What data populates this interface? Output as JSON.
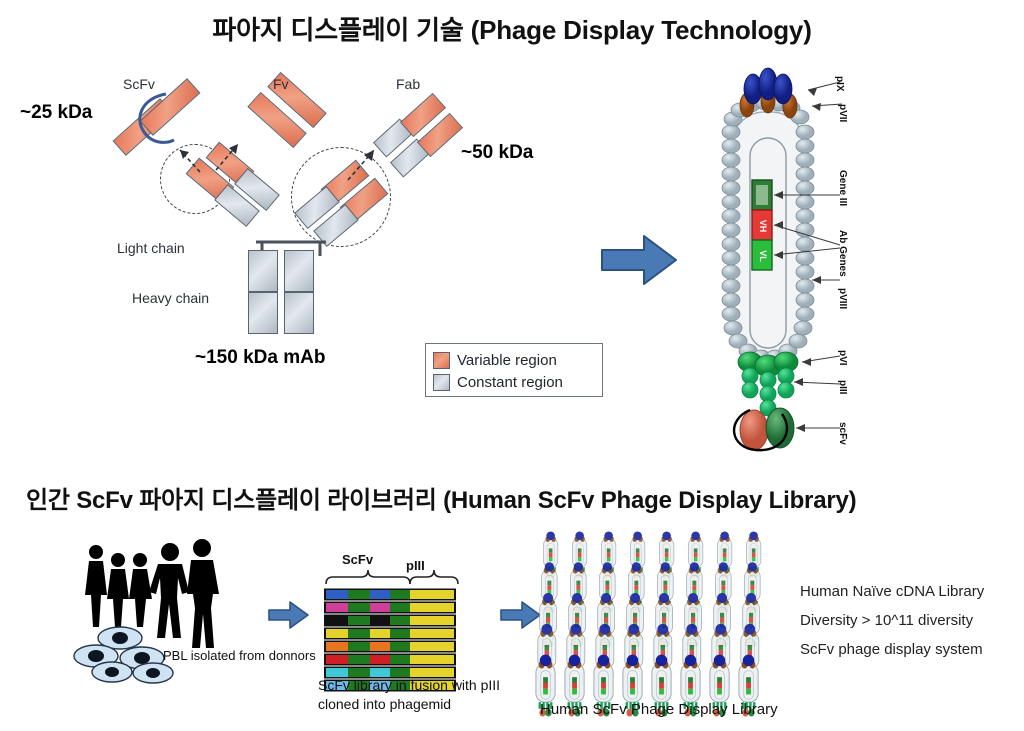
{
  "slide": {
    "title_top": "파아지 디스플레이 기술 (Phage Display Technology)",
    "title_bottom": "인간 ScFv 파아지 디스플레이 라이브러리 (Human ScFv Phage Display Library)"
  },
  "antibody": {
    "labels": {
      "scfv": "ScFv",
      "fv": "Fv",
      "fab": "Fab",
      "light_chain": "Light chain",
      "heavy_chain": "Heavy chain"
    },
    "masses": {
      "scfv": "~25 kDa",
      "fab": "~50 kDa",
      "mab": "~150 kDa mAb"
    },
    "legend": [
      {
        "label": "Variable region",
        "color": "#e0714f"
      },
      {
        "label": "Constant region",
        "color": "#c3ccd5"
      }
    ]
  },
  "phage": {
    "labels": [
      "pIX",
      "pVII",
      "Gene III",
      "Ab Genes",
      "pVIII",
      "pVI",
      "pIII",
      "scFv"
    ],
    "genes": [
      {
        "name": "Gene III",
        "color": "#2e7d32"
      },
      {
        "name": "VH",
        "color": "#e53935"
      },
      {
        "name": "VL",
        "color": "#2bbd3c"
      }
    ],
    "colors": {
      "pix": "#1a2fa0",
      "pvii": "#a8541c",
      "coat": "#aebdc6",
      "pvi": "#16a34a",
      "piii": "#16b05a",
      "scfv_red": "#d9634a",
      "scfv_green": "#2e8b45"
    }
  },
  "bottom": {
    "pbl_caption": "PBL isolated from donnors",
    "gel": {
      "scfv_label": "ScFv",
      "piii_label": "pIII",
      "caption_line1": "ScFv library in fusion with pIII",
      "caption_line2": "cloned into phagemid",
      "row_colors": [
        "#2f5fc4",
        "#cf3f9a",
        "#111111",
        "#e3d32a",
        "#e8741f",
        "#cf1f24",
        "#3fc8d8",
        "#6fb8e8"
      ]
    },
    "library_caption": "Human ScFv Phage Display Library",
    "facts": [
      "Human Naïve cDNA Library",
      "Diversity > 10^11 diversity",
      "ScFv phage display system"
    ]
  },
  "colors": {
    "arrow_fill": "#4a7ab5",
    "arrow_stroke": "#2d5280"
  }
}
